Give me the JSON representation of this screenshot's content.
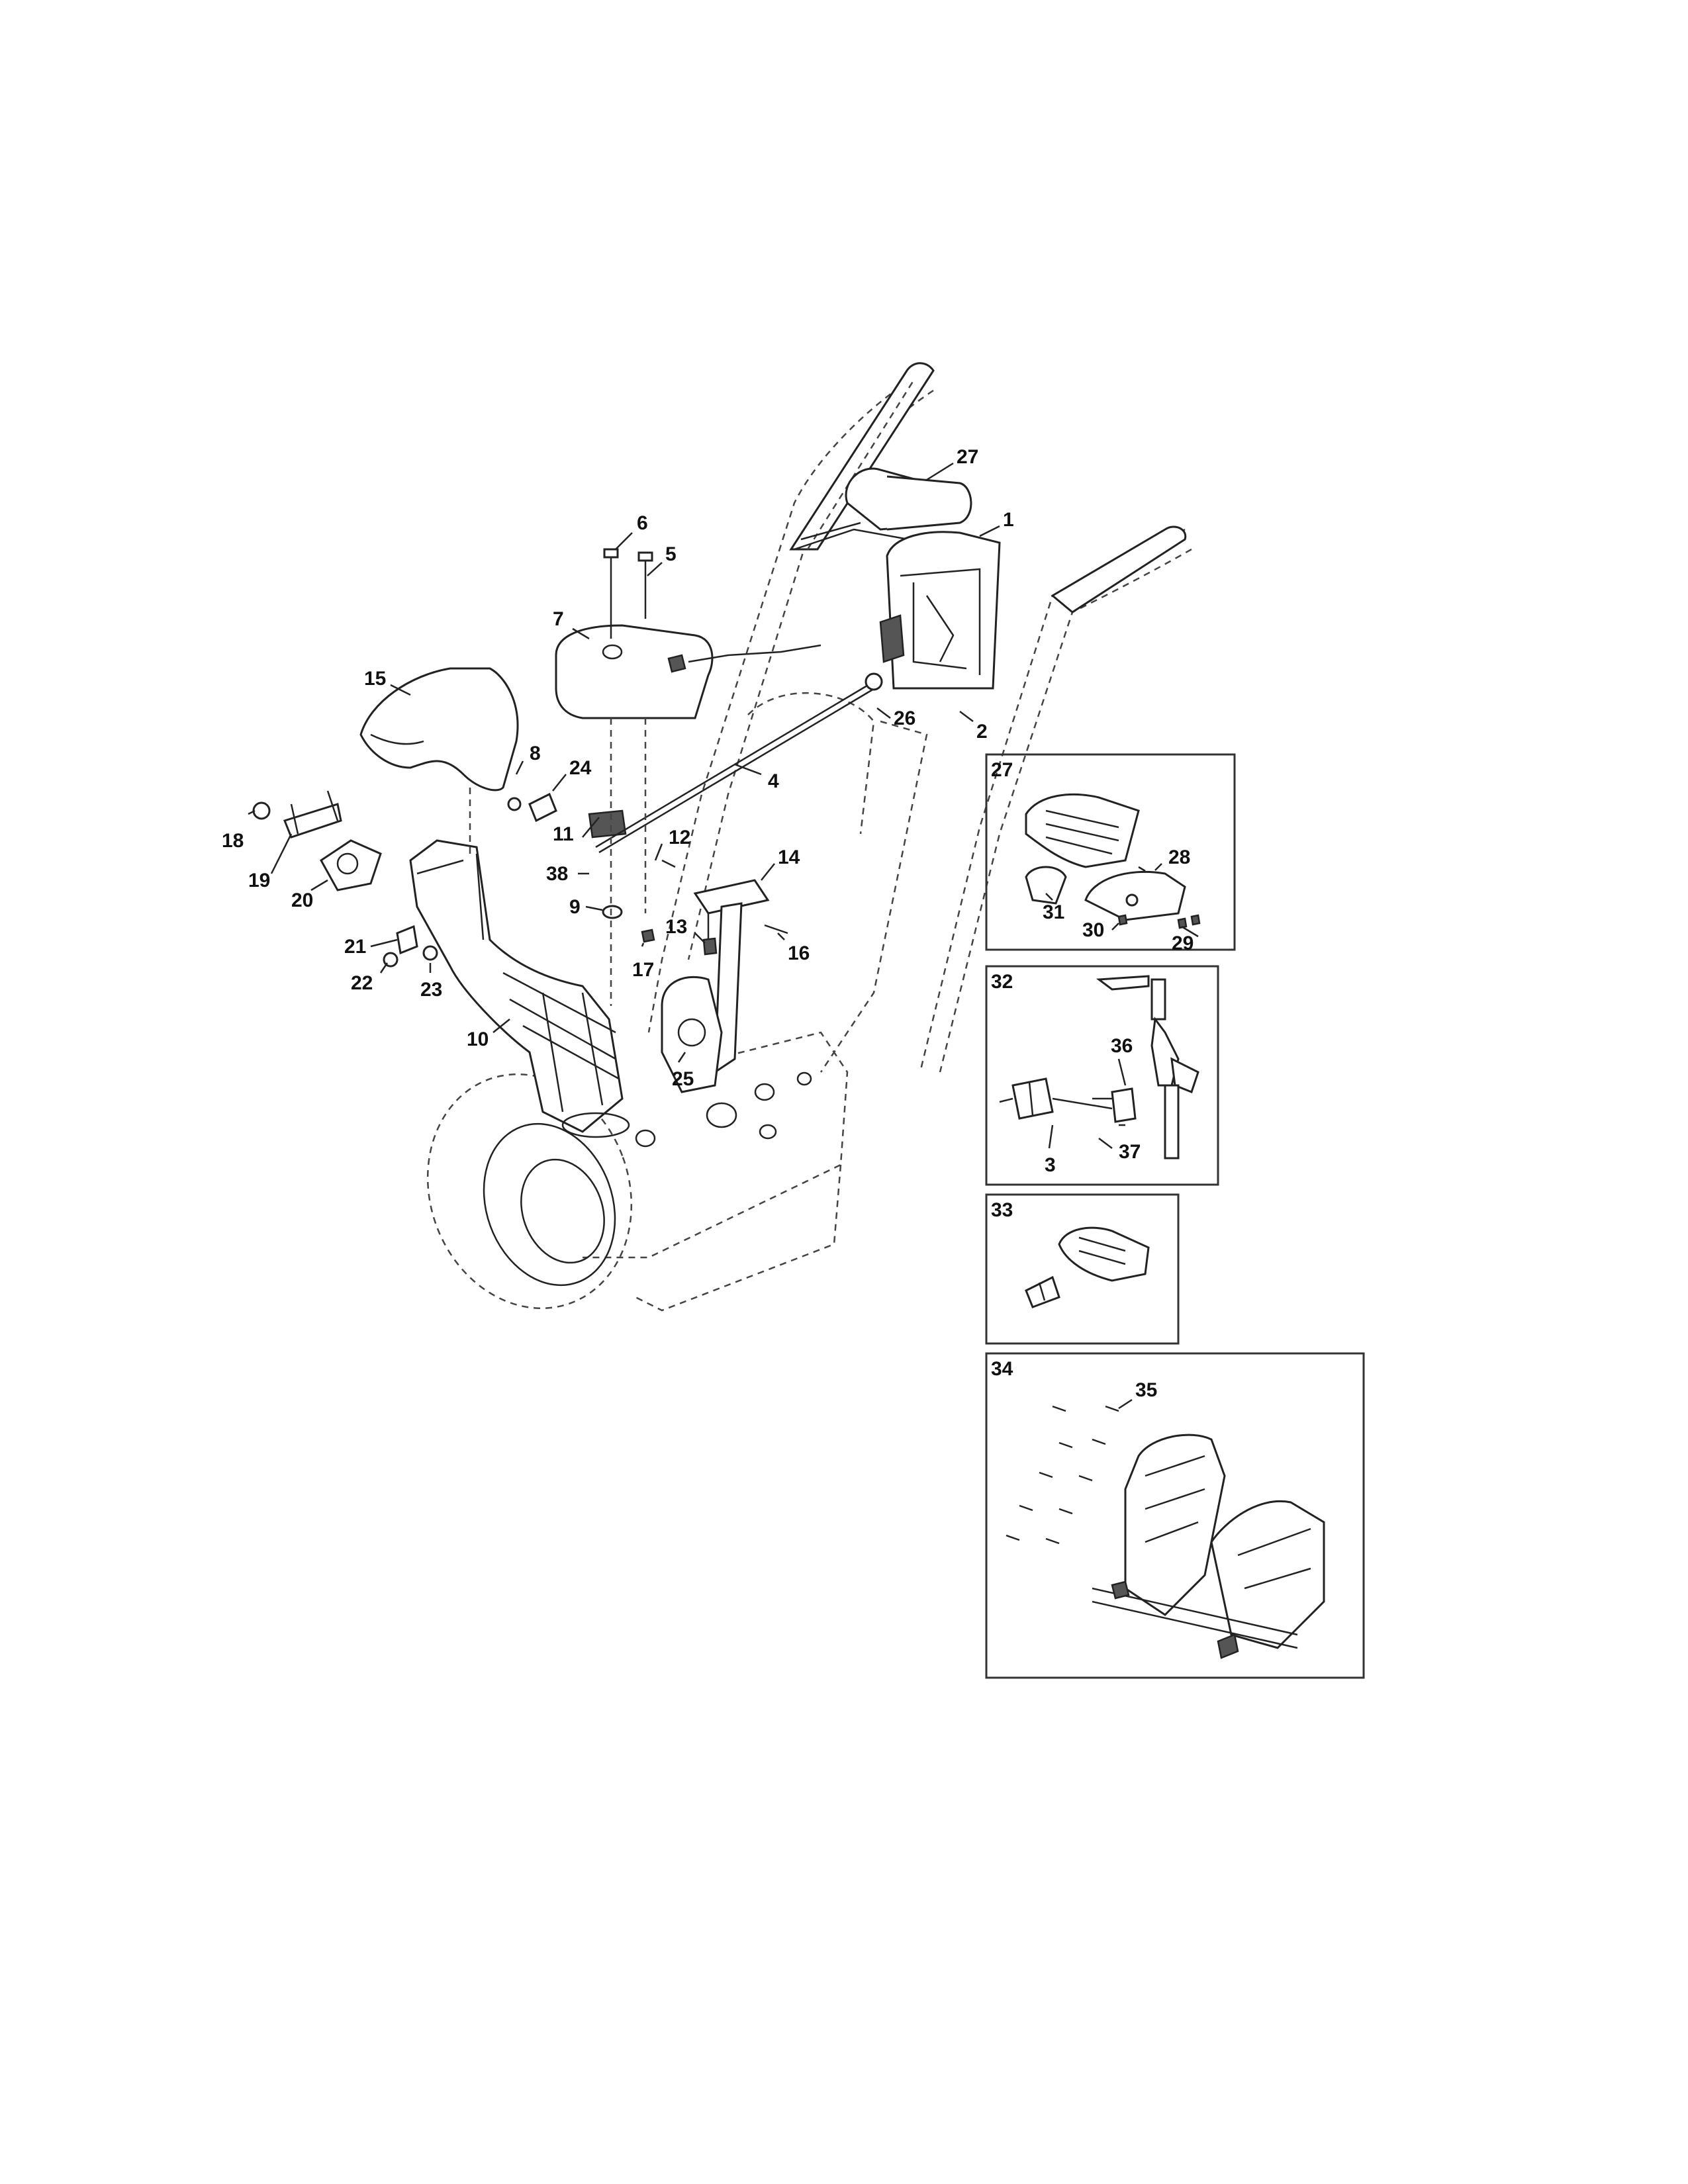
{
  "diagram": {
    "callouts": [
      "1",
      "2",
      "4",
      "5",
      "6",
      "7",
      "8",
      "9",
      "10",
      "11",
      "12",
      "13",
      "14",
      "15",
      "16",
      "17",
      "18",
      "19",
      "20",
      "21",
      "22",
      "23",
      "24",
      "25",
      "26",
      "27",
      "38"
    ],
    "insets": [
      {
        "title": "27",
        "callouts": [
          "28",
          "29",
          "30",
          "31"
        ]
      },
      {
        "title": "32",
        "callouts": [
          "3",
          "36",
          "37"
        ]
      },
      {
        "title": "33",
        "callouts": []
      },
      {
        "title": "34",
        "callouts": [
          "35"
        ]
      }
    ]
  }
}
